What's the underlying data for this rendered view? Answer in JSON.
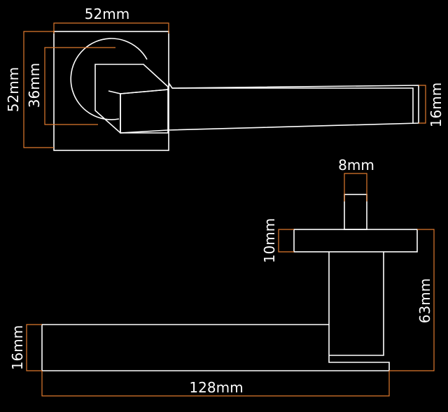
{
  "colors": {
    "background": "#000000",
    "outline": "#ffffff",
    "dimension_line": "#e07a2e",
    "text": "#ffffff"
  },
  "dimensions": {
    "rose_width": "52mm",
    "rose_height": "52mm",
    "inner_rose": "36mm",
    "lever_thickness_front": "16mm",
    "spindle": "8mm",
    "rose_depth": "10mm",
    "projection": "63mm",
    "lever_thickness_side": "16mm",
    "lever_length": "128mm"
  }
}
